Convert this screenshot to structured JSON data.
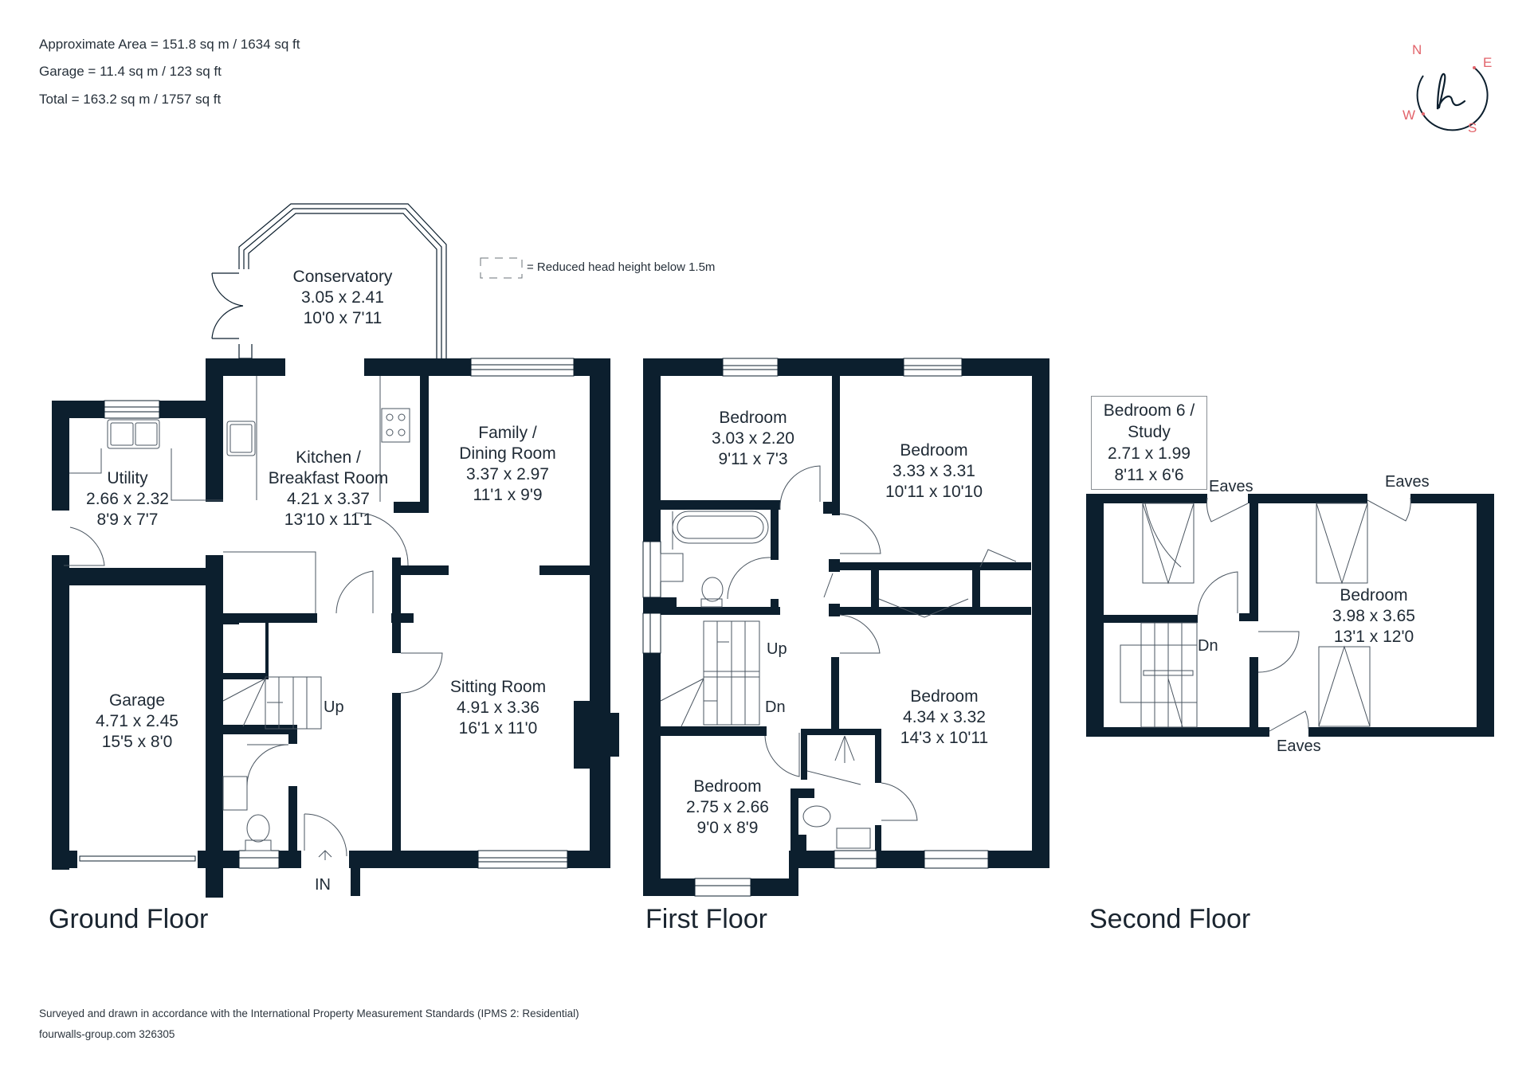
{
  "header": {
    "approx_area": "Approximate Area = 151.8 sq m / 1634 sq ft",
    "garage_area": "Garage = 11.4 sq m / 123 sq ft",
    "total_area": "Total = 163.2 sq m / 1757 sq ft"
  },
  "compass": {
    "north": "N",
    "east": "E",
    "south": "S",
    "west": "W",
    "logo_glyph": "h",
    "accent_color": "#e2646b",
    "ring_color": "#0c1f2e"
  },
  "legend": {
    "text": "= Reduced head height below 1.5m"
  },
  "colors": {
    "wall": "#0c1f2e",
    "text": "#1f2a35",
    "fixture_line": "#4a5560"
  },
  "ground_floor": {
    "title": "Ground Floor",
    "rooms": {
      "conservatory": {
        "name": "Conservatory",
        "metric": "3.05 x 2.41",
        "imperial": "10'0 x 7'11"
      },
      "kitchen": {
        "name1": "Kitchen /",
        "name2": "Breakfast Room",
        "metric": "4.21 x 3.37",
        "imperial": "13'10 x 11'1"
      },
      "utility": {
        "name": "Utility",
        "metric": "2.66 x 2.32",
        "imperial": "8'9 x 7'7"
      },
      "family": {
        "name1": "Family /",
        "name2": "Dining Room",
        "metric": "3.37 x 2.97",
        "imperial": "11'1 x 9'9"
      },
      "garage": {
        "name": "Garage",
        "metric": "4.71 x 2.45",
        "imperial": "15'5 x 8'0"
      },
      "sitting": {
        "name": "Sitting Room",
        "metric": "4.91 x 3.36",
        "imperial": "16'1 x 11'0"
      }
    },
    "stairs_label": "Up",
    "entrance_label": "IN"
  },
  "first_floor": {
    "title": "First Floor",
    "rooms": {
      "bedroom_a": {
        "name": "Bedroom",
        "metric": "3.03 x 2.20",
        "imperial": "9'11 x 7'3"
      },
      "bedroom_b": {
        "name": "Bedroom",
        "metric": "3.33 x 3.31",
        "imperial": "10'11 x 10'10"
      },
      "bedroom_c": {
        "name": "Bedroom",
        "metric": "4.34 x 3.32",
        "imperial": "14'3 x 10'11"
      },
      "bedroom_d": {
        "name": "Bedroom",
        "metric": "2.75 x 2.66",
        "imperial": "9'0 x 8'9"
      }
    },
    "stairs_up": "Up",
    "stairs_down": "Dn"
  },
  "second_floor": {
    "title": "Second Floor",
    "rooms": {
      "study": {
        "name1": "Bedroom 6 /",
        "name2": "Study",
        "metric": "2.71 x 1.99",
        "imperial": "8'11 x 6'6"
      },
      "bedroom": {
        "name": "Bedroom",
        "metric": "3.98 x 3.65",
        "imperial": "13'1 x 12'0"
      }
    },
    "eaves_labels": [
      "Eaves",
      "Eaves",
      "Eaves"
    ],
    "stairs_down": "Dn"
  },
  "footer": {
    "standards": "Surveyed and drawn in accordance with the International Property Measurement Standards (IPMS 2: Residential)",
    "reference": "fourwalls-group.com 326305"
  }
}
